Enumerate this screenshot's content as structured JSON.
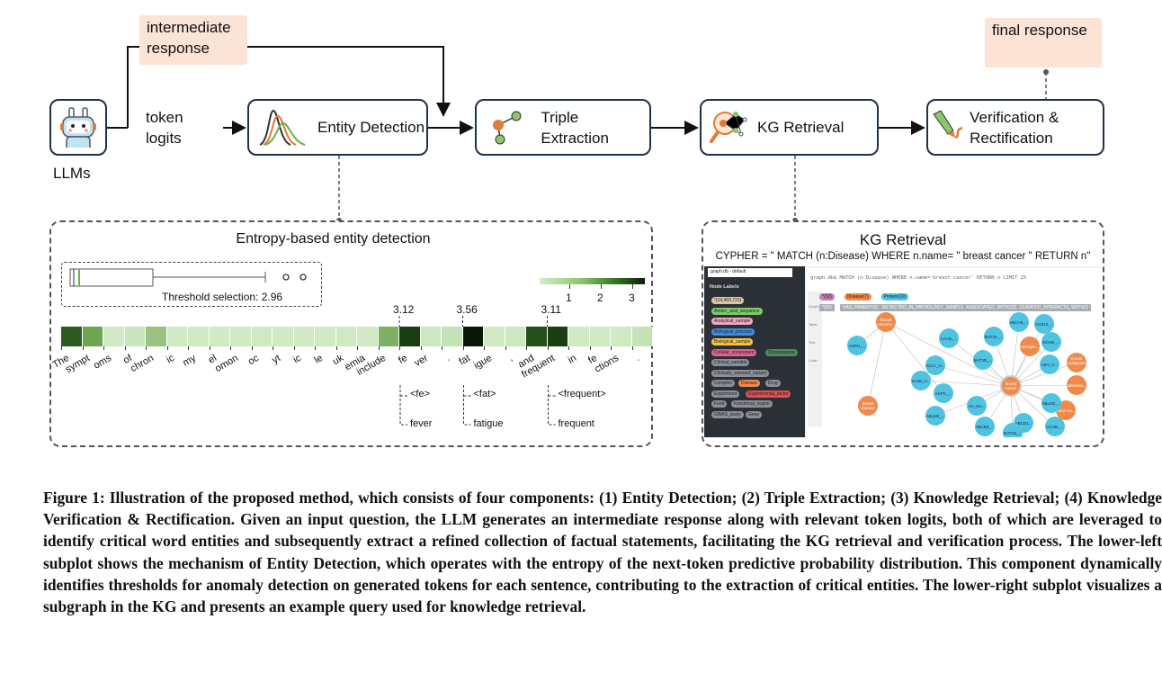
{
  "pipeline": {
    "llm_label": "LLMs",
    "intermediate": "intermediate response",
    "token_logits": "token logits",
    "final": "final response",
    "stages": [
      {
        "label": "Entity Detection",
        "icon": "distribution-curves-icon"
      },
      {
        "label": "Triple Extraction",
        "icon": "graph-nodes-icon"
      },
      {
        "label": "KG Retrieval",
        "icon": "network-search-icon"
      },
      {
        "label": "Verification & Rectification",
        "icon": "pencil-icon"
      }
    ],
    "colors": {
      "box_border": "#1f3050",
      "note_bg": "#fbe3d6",
      "orange": "#e07b39",
      "green": "#8cc56b"
    }
  },
  "entropy_panel": {
    "title": "Entropy-based entity detection",
    "threshold_text": "Threshold selection:  2.96",
    "colorbar_ticks": [
      "1",
      "2",
      "3"
    ],
    "tokens": [
      "The",
      "sympt",
      "oms",
      "of",
      "chron",
      "ic",
      "my",
      "el",
      "omon",
      "oc",
      "yt",
      "ic",
      "le",
      "uk",
      "emia",
      "include",
      "fe",
      "ver",
      ".",
      "fat",
      "igue",
      ",",
      "and",
      "frequent",
      "in",
      "fe",
      "ctions",
      "."
    ],
    "entropy": [
      2.8,
      2.0,
      0.3,
      0.6,
      1.5,
      0.3,
      0.3,
      0.3,
      0.3,
      0.3,
      0.3,
      0.3,
      0.3,
      0.3,
      0.3,
      1.8,
      3.12,
      0.4,
      0.8,
      3.56,
      0.3,
      0.4,
      2.9,
      3.11,
      0.3,
      0.3,
      0.3,
      0.8
    ],
    "peaks": [
      {
        "value": "3.12",
        "token_index": 16
      },
      {
        "value": "3.56",
        "token_index": 19
      },
      {
        "value": "3.11",
        "token_index": 23
      }
    ],
    "entities": [
      {
        "token": "<fe>",
        "word": "fever"
      },
      {
        "token": "<fat>",
        "word": "fatigue"
      },
      {
        "token": "<frequent>",
        "word": "frequent"
      }
    ]
  },
  "kg_panel": {
    "title": "KG Retrieval",
    "cypher": "CYPHER = \" MATCH (n:Disease) WHERE n.name= \" breast cancer \"  RETURN n\"",
    "db_select": "graph.db - default",
    "node_labels_heading": "Node Labels",
    "query": "graph.db$ MATCH (n:Disease) WHERE n.name='breast cancer' RETURN n LIMIT 25",
    "labels": [
      "*(14,403,721)",
      "Amino_acid_sequence",
      "Analytical_sample",
      "Biological_process",
      "Biological_sample",
      "Cellular_component",
      "Chromosome",
      "Clinical_variable",
      "Clinically_relevant_variant",
      "Complex",
      "Disease",
      "Drug",
      "Experiment",
      "Experimental_factor",
      "Food",
      "Functional_region",
      "GWAS_study",
      "Gene"
    ],
    "result_tags": [
      "*(32)",
      "Disease(7)",
      "Protein(20)"
    ],
    "rel_tags": [
      "*(50)",
      "HAS_PARENT(6)",
      "DETECTED_IN_PATHOLOGY_SAMPLE(20)",
      "ASSOCIATED_WITH(22)",
      "CURATED_INTERACTS_WITH(2)"
    ],
    "views": [
      "Graph",
      "Table",
      "Text",
      "Code"
    ],
    "nodes": [
      "breast cancer",
      "breast cancers...",
      "breast disease",
      "estrogen...",
      "breast malignant ...",
      "adenoca...",
      "Her2-rec...",
      "AOPH_...",
      "AAAD_...",
      "ACLY_H...",
      "2ASB_H...",
      "ACPC_...",
      "ABLM2_...",
      "AA_HU...",
      "5HT3D_...",
      "5NT3A_...",
      "ABCA8_...",
      "ACO12_...",
      "ECHG_...",
      "ABY_H...",
      "ABLM2_...",
      "ABCD1...",
      "ACHB_...",
      "5HT1B_...",
      "ABCB9_..."
    ]
  },
  "caption": "Figure 1: Illustration of the proposed method, which consists of four components: (1) Entity Detection; (2) Triple Extraction; (3) Knowledge Retrieval; (4) Knowledge Verification & Rectification. Given an input question, the LLM generates an intermediate response along with relevant token logits, both of which are leveraged to identify critical word entities and subsequently extract a refined collection of factual statements, facilitating the KG retrieval and verification process. The lower-left subplot shows the mechanism of Entity Detection, which operates with the entropy of the next-token predictive probability distribution. This component dynamically identifies thresholds for anomaly detection on generated tokens for each sentence, contributing to the extraction of critical entities. The lower-right subplot visualizes a subgraph in the KG and presents an example query used for knowledge retrieval."
}
